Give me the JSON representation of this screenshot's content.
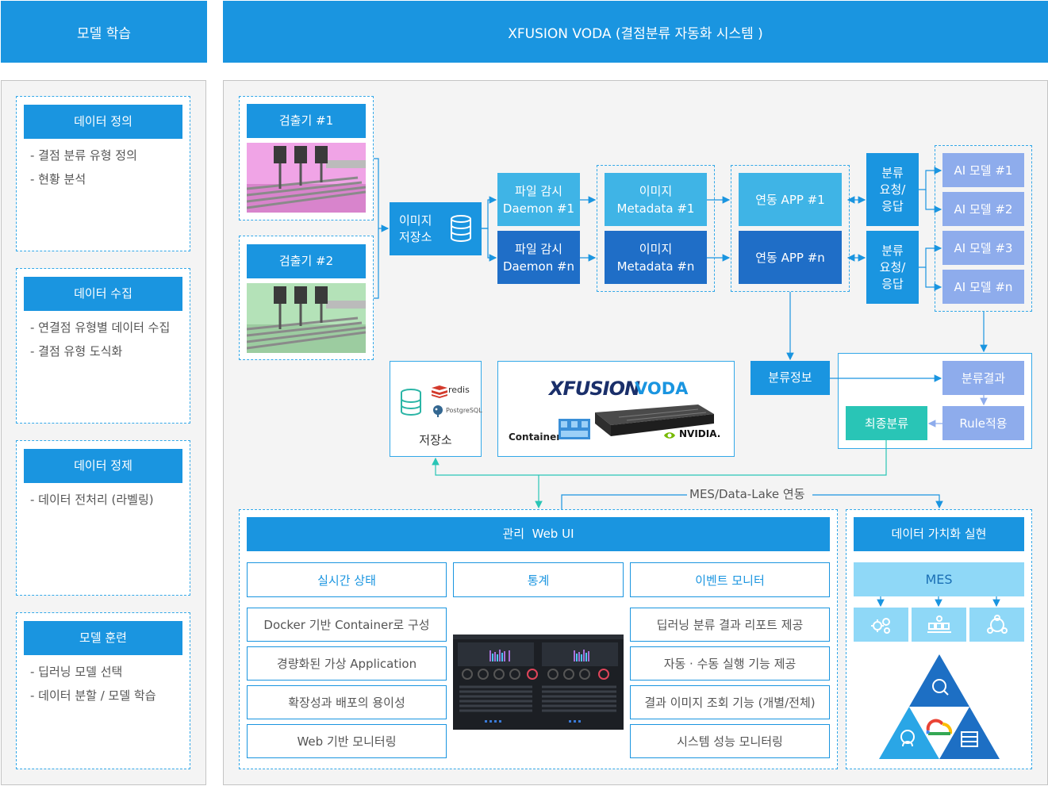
{
  "headers": {
    "left": "모델 학습",
    "right": "XFUSION VODA (결점분류 자동화 시스템 )"
  },
  "training": [
    {
      "title": "데이터 정의",
      "items": [
        "- 결점 분류 유형 정의",
        "- 현황 분석"
      ]
    },
    {
      "title": "데이터 수집",
      "items": [
        "- 연결점 유형별 데이터 수집",
        "- 결점 유형 도식화"
      ]
    },
    {
      "title": "데이터 정제",
      "items": [
        "- 데이터 전처리 (라벨링)"
      ]
    },
    {
      "title": "모델 훈련",
      "items": [
        "- 딥러닝 모델 선택",
        "- 데이터 분할 / 모델 학습"
      ]
    }
  ],
  "detectors": [
    "검출기 #1",
    "검출기 #2"
  ],
  "storage_main": "이미지\n저장소",
  "daemons": [
    "파일 감시\nDaemon #1",
    "파일 감시\nDaemon #n"
  ],
  "metadata": [
    "이미지\nMetadata #1",
    "이미지\nMetadata #n"
  ],
  "apps": [
    "연동 APP #1",
    "연동 APP #n"
  ],
  "requests": [
    "분류\n요청/\n응답",
    "분류\n요청/\n응답"
  ],
  "ai_models": [
    "AI 모델 #1",
    "AI 모델 #2",
    "AI 모델 #3",
    "AI 모델 #n"
  ],
  "storage_box": {
    "label": "저장소",
    "redis": "redis",
    "postgres": "PostgreSQL"
  },
  "voda_box": {
    "brand1": "XFUSION",
    "brand2": "VODA",
    "container": "Container",
    "nvidia": "NVIDIA."
  },
  "classification": {
    "info": "분류정보",
    "result": "분류결과",
    "rule": "Rule적용",
    "final": "최종분류"
  },
  "link_label": "MES/Data-Lake 연동",
  "webui": {
    "title": "관리  Web UI",
    "tabs": [
      "실시간 상태",
      "통계",
      "이벤트 모니터"
    ],
    "left": [
      "Docker 기반 Container로 구성",
      "경량화된 가상 Application",
      "확장성과 배포의 용이성",
      "Web 기반 모니터링"
    ],
    "right": [
      "딥러닝 분류 결과 리포트 제공",
      "자동 · 수동 실행 기능 제공",
      "결과 이미지 조회 기능 (개별/전체)",
      "시스템 성능 모니터링"
    ]
  },
  "value": {
    "title": "데이터 가치화 실현",
    "mes": "MES"
  },
  "colors": {
    "primary": "#1a95e0",
    "light": "#3fb4e6",
    "dark": "#1f6ec7",
    "lavender": "#8eacec",
    "teal": "#29c5b6",
    "sky": "#8fd8f7"
  }
}
